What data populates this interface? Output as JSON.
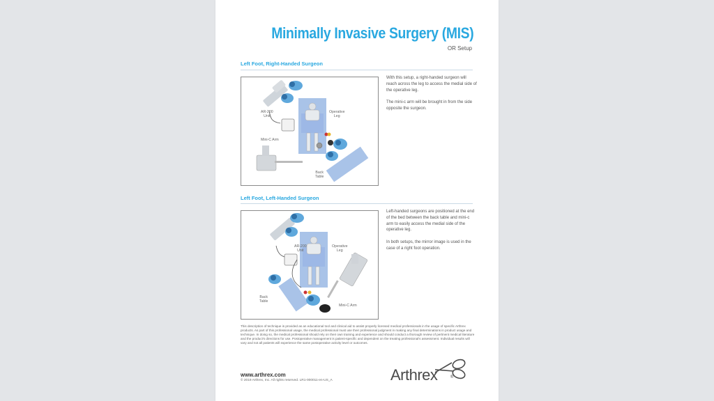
{
  "document": {
    "title": "Minimally Invasive Surgery (MIS)",
    "subtitle": "OR Setup"
  },
  "section1": {
    "heading": "Left Foot, Right-Handed Surgeon",
    "labels": {
      "ar200": "AR-200\nUnit",
      "operative_leg": "Operative\nLeg",
      "mini_c_arm": "Mini-C Arm",
      "back_table": "Back\nTable"
    },
    "paragraphs": [
      "With this setup, a right-handed surgeon will reach across the leg to access the medial side of the operative leg.",
      "The mini-c arm will be brought in from the side opposite the surgeon."
    ]
  },
  "section2": {
    "heading": "Left Foot, Left-Handed Surgeon",
    "labels": {
      "ar200": "AR-200\nUnit",
      "operative_leg": "Operative\nLeg",
      "mini_c_arm": "Mini-C Arm",
      "back_table": "Back\nTable"
    },
    "paragraphs": [
      "Left-handed surgeons are positioned at the end of the bed between the back table and mini-c arm to easily access the medial side of the operative leg.",
      "In both setups, the mirror image is used in the case of a right foot operation."
    ]
  },
  "disclaimer": "This description of technique is provided as an educational tool and clinical aid to assist properly licensed medical professionals in the usage of specific Arthrex products. As part of this professional usage, the medical professional must use their professional judgment in making any final determinations in product usage and technique. In doing so, the medical professional should rely on their own training and experience and should conduct a thorough review of pertinent medical literature and the product's directions for use. Postoperative management is patient-specific and dependent on the treating professional's assessment. Individual results will vary and not all patients will experience the same postoperative activity level or outcomes.",
  "footer": {
    "url": "www.arthrex.com",
    "copyright": "© 2019 Arthrex, Inc. All rights reserved. LR1-000011-en-US_A",
    "logo_text": "Arthrex",
    "logo_mark": "®"
  },
  "colors": {
    "accent": "#29a8e0",
    "table_blue": "#a9c3e8",
    "drape_blue": "#9db8e6",
    "staff_blue": "#5fa8dc",
    "background": "#e3e5e8"
  }
}
